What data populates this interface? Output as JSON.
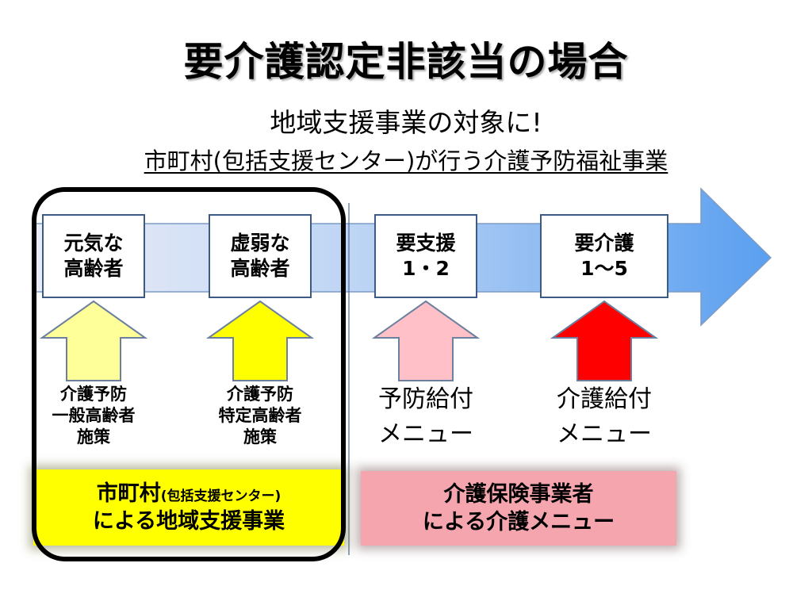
{
  "title": "要介護認定非該当の場合",
  "subtitle": "地域支援事業の対象に!",
  "subtitle2": "市町村(包括支援センター)が行う介護予防福祉事業",
  "stages": [
    {
      "line1": "元気な",
      "line2": "高齢者"
    },
    {
      "line1": "虚弱な",
      "line2": "高齢者"
    },
    {
      "line1": "要支援",
      "line2": "1・2"
    },
    {
      "line1": "要介護",
      "line2": "1～5"
    }
  ],
  "services": [
    {
      "line1": "介護予防",
      "line2": "一般高齢者",
      "line3": "施策"
    },
    {
      "line1": "介護予防",
      "line2": "特定高齢者",
      "line3": "施策"
    },
    {
      "line1": "予防給付",
      "line2": "メニュー"
    },
    {
      "line1": "介護給付",
      "line2": "メニュー"
    }
  ],
  "bottom_left": {
    "line1_main": "市町村",
    "line1_small": "(包括支援センター)",
    "line2": "による地域支援事業"
  },
  "bottom_right": {
    "line1": "介護保険事業者",
    "line2": "による介護メニュー"
  },
  "colors": {
    "arrow_pale_yellow": "#ffff99",
    "arrow_yellow": "#ffff00",
    "arrow_pink": "#ffc0c8",
    "arrow_red": "#ff0000",
    "box_yellow": "#ffff00",
    "box_pink": "#f4a5ad",
    "timeline_blue": "#5aa0ec"
  }
}
